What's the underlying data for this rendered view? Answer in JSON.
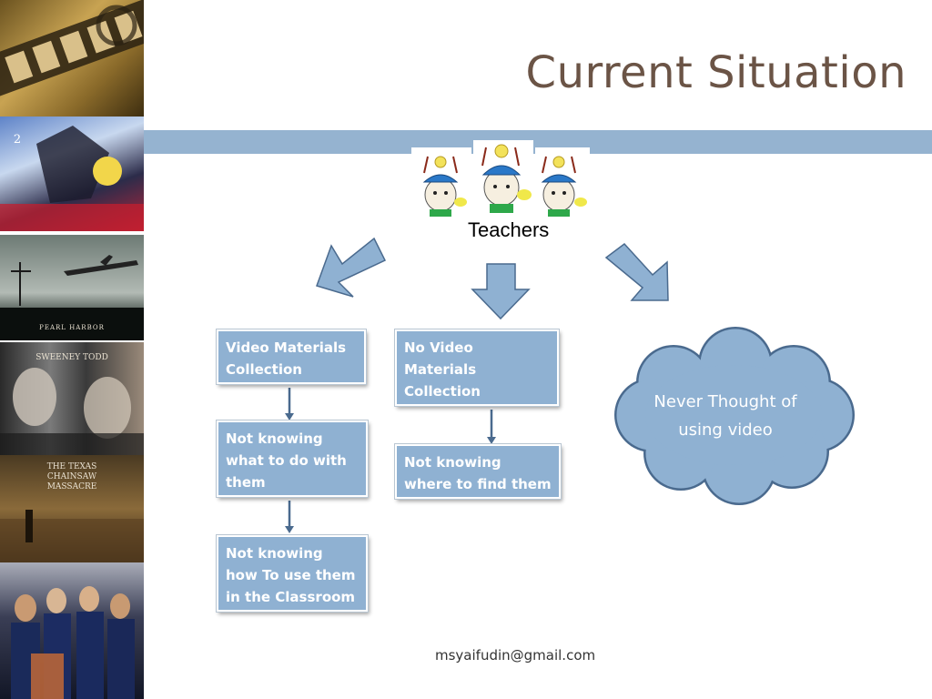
{
  "slide": {
    "title": "Current Situation",
    "footer_email": "msyaifudin@gmail.com"
  },
  "filmstrip": {
    "posters": [
      {
        "name": "film-reel-poster",
        "caption": ""
      },
      {
        "name": "anime-poster",
        "caption": "2"
      },
      {
        "name": "pearl-harbor-poster",
        "caption": "PEARL HARBOR"
      },
      {
        "name": "sweeney-todd-poster",
        "caption": "SWEENEY TODD"
      },
      {
        "name": "texas-chainsaw-poster",
        "caption": "THE TEXAS CHAINSAW MASSACRE"
      },
      {
        "name": "fantastic-four-poster",
        "caption": ""
      }
    ]
  },
  "diagram": {
    "root_label": "Teachers",
    "left_branch": [
      "Video Materials Collection",
      "Not knowing what to do with them",
      "Not knowing how To use them in the Classroom"
    ],
    "middle_branch": [
      "No Video Materials Collection",
      "Not knowing where to find them"
    ],
    "right_cloud": "Never Thought of using video"
  },
  "colors": {
    "title": "#6b5446",
    "band": "#95b3d0",
    "box_fill": "#8fb1d2",
    "arrow_fill": "#8fb1d2",
    "cloud_fill": "#8fb1d2",
    "cloud_stroke": "#4a6a8e"
  }
}
